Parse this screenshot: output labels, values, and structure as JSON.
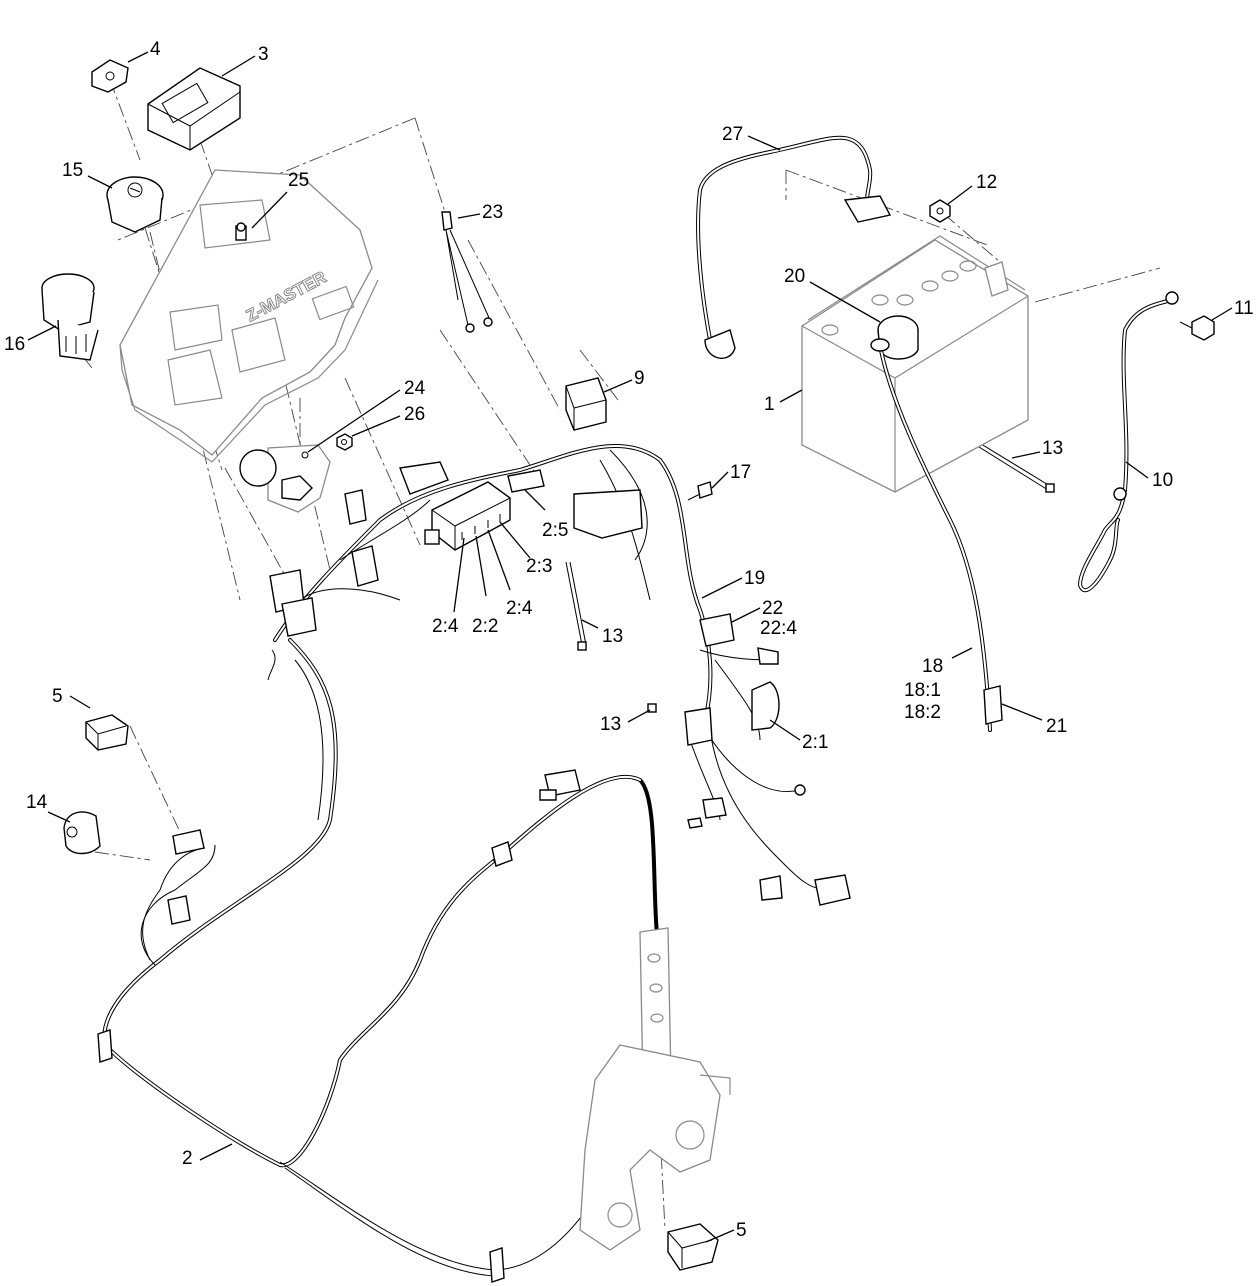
{
  "callouts": {
    "c1": "1",
    "c2": "2",
    "c2_1": "2:1",
    "c2_2": "2:2",
    "c2_3": "2:3",
    "c2_4a": "2:4",
    "c2_4b": "2:4",
    "c2_5": "2:5",
    "c3": "3",
    "c4": "4",
    "c5a": "5",
    "c5b": "5",
    "c9": "9",
    "c10": "10",
    "c11": "11",
    "c12": "12",
    "c13a": "13",
    "c13b": "13",
    "c13c": "13",
    "c14": "14",
    "c15": "15",
    "c16": "16",
    "c17": "17",
    "c18": "18",
    "c18_1": "18:1",
    "c18_2": "18:2",
    "c19": "19",
    "c20": "20",
    "c21": "21",
    "c22": "22",
    "c22_4": "22:4",
    "c23": "23",
    "c24": "24",
    "c25": "25",
    "c26": "26",
    "c27": "27"
  },
  "panel": {
    "logo": "Z-MASTER"
  }
}
